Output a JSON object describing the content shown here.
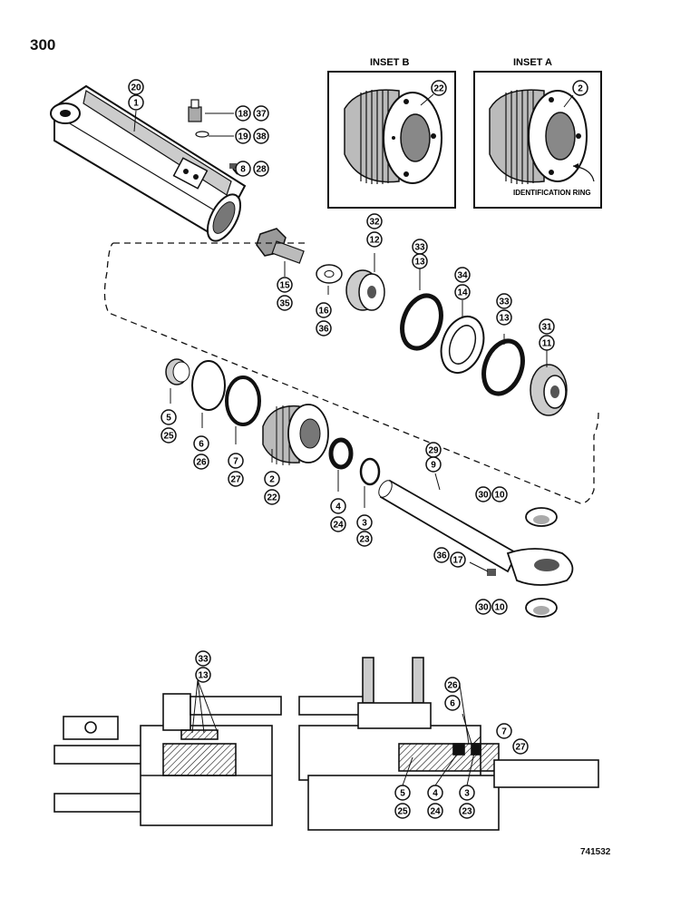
{
  "page_number": "300",
  "figure_id": "741532",
  "inset_b": {
    "title": "INSET B",
    "callout": "22"
  },
  "inset_a": {
    "title": "INSET A",
    "callout": "2",
    "note": "IDENTIFICATION RING"
  },
  "callouts": {
    "c20": "20",
    "c1": "1",
    "c18": "18",
    "c37": "37",
    "c19": "19",
    "c38": "38",
    "c8": "8",
    "c28": "28",
    "c15": "15",
    "c35": "35",
    "c16": "16",
    "c36a": "36",
    "c32": "32",
    "c12": "12",
    "c33a": "33",
    "c13a": "13",
    "c34": "34",
    "c14": "14",
    "c33b": "33",
    "c13b": "13",
    "c31": "31",
    "c11": "11",
    "c5a": "5",
    "c25a": "25",
    "c6a": "6",
    "c26a": "26",
    "c7a": "7",
    "c27a": "27",
    "c2": "2",
    "c22": "22",
    "c4a": "4",
    "c24a": "24",
    "c3a": "3",
    "c23a": "23",
    "c29": "29",
    "c9": "9",
    "c30a": "30",
    "c10a": "10",
    "c36b": "36",
    "c17": "17",
    "c30b": "30",
    "c10b": "10",
    "c33c": "33",
    "c13c": "13",
    "c26b": "26",
    "c6b": "6",
    "c7b": "7",
    "c27b": "27",
    "c5b": "5",
    "c25b": "25",
    "c4b": "4",
    "c24b": "24",
    "c3b": "3",
    "c23b": "23"
  }
}
